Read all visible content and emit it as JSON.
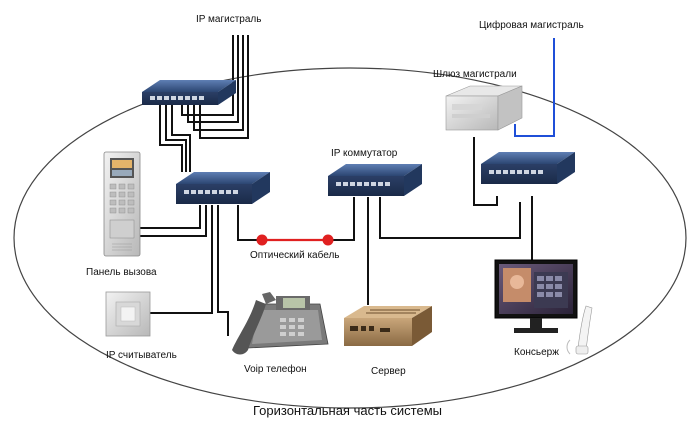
{
  "labels": {
    "ip_trunk": "IP магистраль",
    "digital_trunk": "Цифровая магистраль",
    "trunk_gateway": "Шлюз магистрали",
    "ip_switch": "IP коммутатор",
    "call_panel": "Панель вызова",
    "optical_cable": "Оптический кабель",
    "ip_reader": "IP считыватель",
    "voip_phone": "Voip телефон",
    "server": "Сервер",
    "concierge": "Консьерж",
    "caption": "Горизонтальная часть системы"
  },
  "colors": {
    "cable": "#111111",
    "optical": "#e02020",
    "digital": "#1f4fd8",
    "switch_body": "#2e4a78",
    "outline": "#444444"
  }
}
